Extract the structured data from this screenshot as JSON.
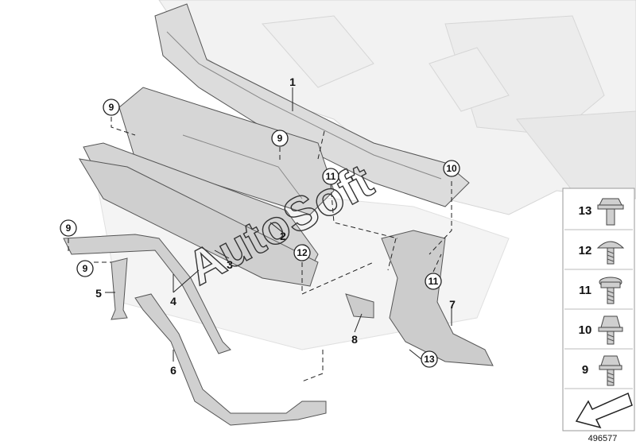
{
  "diagram": {
    "callouts": {
      "c1": "1",
      "c2": "2",
      "c3": "3",
      "c4": "4",
      "c5": "5",
      "c6": "6",
      "c7": "7",
      "c8": "8",
      "c9a": "9",
      "c9b": "9",
      "c9c": "9",
      "c9d": "9",
      "c10": "10",
      "c11a": "11",
      "c11b": "11",
      "c12": "12",
      "c13": "13"
    },
    "legend": [
      {
        "number": "13",
        "icon": "hex-flange-bolt-icon"
      },
      {
        "number": "12",
        "icon": "round-head-screw-icon"
      },
      {
        "number": "11",
        "icon": "torx-screw-icon"
      },
      {
        "number": "10",
        "icon": "hex-bolt-washer-icon"
      },
      {
        "number": "9",
        "icon": "hex-bolt-icon"
      }
    ],
    "watermark": "AutoSoft",
    "catalog_number": "496577"
  }
}
